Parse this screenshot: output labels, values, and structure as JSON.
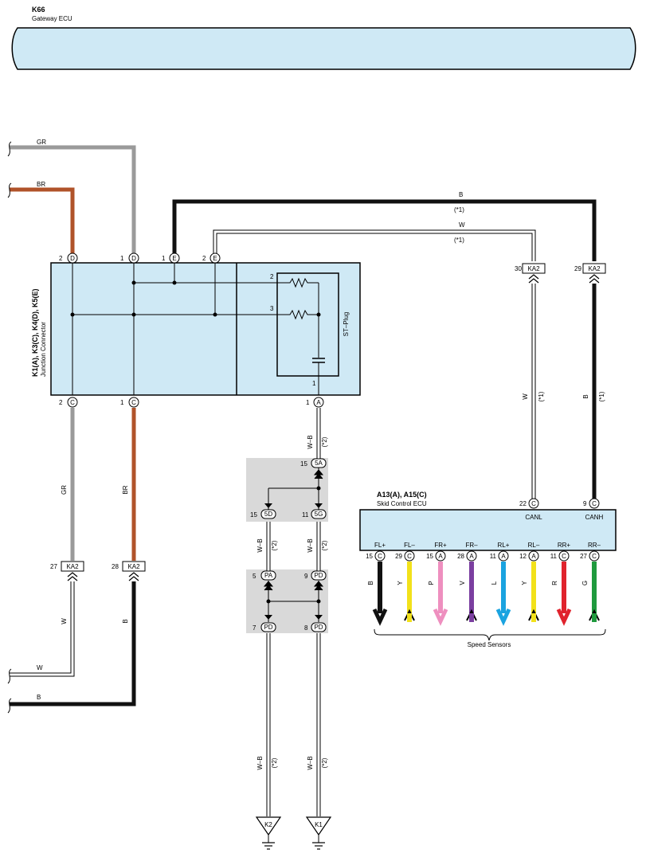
{
  "gateway": {
    "code": "K66",
    "name": "Gateway ECU"
  },
  "junction": {
    "code": "K1(A), K3(C), K4(D), K5(E)",
    "name": "Junction Connector",
    "stplug_label": "ST–Plug"
  },
  "skid": {
    "code": "A13(A), A15(C)",
    "name": "Skid Control ECU",
    "canl": "CANL",
    "canh": "CANH"
  },
  "speed_sensors_label": "Speed Sensors",
  "colors": {
    "gray": "#9a9a9a",
    "brown": "#b0532a",
    "black": "#111111",
    "white_wire": "#ffffff",
    "yellow": "#f2e11a",
    "pink": "#ee8fbf",
    "violet": "#7b3fa0",
    "blue": "#1aa3e0",
    "red": "#e0232d",
    "green": "#1f9a3e",
    "ecu_fill": "#cfe9f5",
    "splice_fill": "#d9d9d9"
  },
  "wires": {
    "gr_top": "GR",
    "br_top": "BR",
    "b_top": "B",
    "b_top_note": "(*1)",
    "w_top": "W",
    "w_top_note": "(*1)",
    "w_right": "W",
    "w_right_note": "(*1)",
    "b_right": "B",
    "b_right_note": "(*1)",
    "gr_left": "GR",
    "br_left": "BR",
    "w_bottom": "W",
    "b_bottom": "B",
    "w_bottom_left": "W",
    "b_bottom_left": "B",
    "wb": "W–B",
    "wb_note": "(*2)"
  },
  "pins": {
    "d2": "2",
    "d2_letter": "D",
    "d1": "1",
    "d1_letter": "D",
    "e1": "1",
    "e1_letter": "E",
    "e2": "2",
    "e2_letter": "E",
    "c2": "2",
    "c2_letter": "C",
    "c1": "1",
    "c1_letter": "C",
    "a1": "1",
    "a1_letter": "A",
    "r2": "2",
    "r3": "3",
    "r1": "1",
    "ka2_30": "30",
    "ka2_29": "29",
    "ka2_27": "27",
    "ka2_28": "28",
    "ka2": "KA2",
    "p22": "22",
    "p9": "9",
    "c_letter": "C"
  },
  "splices": {
    "s15_5a": "15",
    "l_5a": "5A",
    "s15_5d": "15",
    "l_5d": "5D",
    "s11_5g": "11",
    "l_5g": "5G",
    "s5_pa": "5",
    "l_pa": "PA",
    "s9_pd": "9",
    "l_pd_top": "PD",
    "s7_pd": "7",
    "l_pd_bl": "PD",
    "s8_pd": "8",
    "l_pd_br": "PD"
  },
  "grounds": {
    "k2": "K2",
    "k1": "K1"
  },
  "sensors": [
    {
      "label": "FL+",
      "pin": "15",
      "conn": "C",
      "wire": "B",
      "color": "#111111",
      "dir": "down"
    },
    {
      "label": "FL–",
      "pin": "29",
      "conn": "C",
      "wire": "Y",
      "color": "#f2e11a",
      "dir": "up"
    },
    {
      "label": "FR+",
      "pin": "15",
      "conn": "A",
      "wire": "P",
      "color": "#ee8fbf",
      "dir": "down"
    },
    {
      "label": "FR–",
      "pin": "28",
      "conn": "A",
      "wire": "V",
      "color": "#7b3fa0",
      "dir": "up"
    },
    {
      "label": "RL+",
      "pin": "11",
      "conn": "A",
      "wire": "L",
      "color": "#1aa3e0",
      "dir": "down"
    },
    {
      "label": "RL–",
      "pin": "12",
      "conn": "A",
      "wire": "Y",
      "color": "#f2e11a",
      "dir": "up"
    },
    {
      "label": "RR+",
      "pin": "11",
      "conn": "C",
      "wire": "R",
      "color": "#e0232d",
      "dir": "down"
    },
    {
      "label": "RR–",
      "pin": "27",
      "conn": "C",
      "wire": "G",
      "color": "#1f9a3e",
      "dir": "up"
    }
  ]
}
